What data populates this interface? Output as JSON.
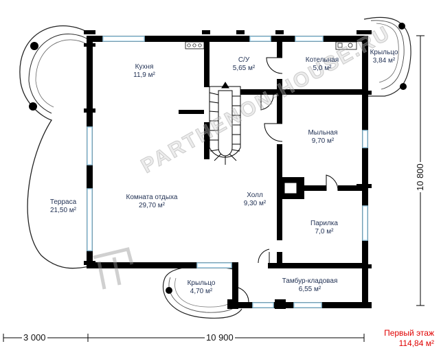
{
  "rooms": {
    "kitchen": {
      "name": "Кухня",
      "area": "11,9 м²"
    },
    "bathroom": {
      "name": "С/У",
      "area": "5,65 м²"
    },
    "boiler": {
      "name": "Котельная",
      "area": "5,0 м²"
    },
    "porch_right": {
      "name": "Крыльцо",
      "area": "3,84 м²"
    },
    "washroom": {
      "name": "Мыльная",
      "area": "9,70 м²"
    },
    "terrace": {
      "name": "Терраса",
      "area": "21,50 м²"
    },
    "living": {
      "name": "Комната отдыха",
      "area": "29,70 м²"
    },
    "hall": {
      "name": "Холл",
      "area": "9,30 м²"
    },
    "steam": {
      "name": "Парилка",
      "area": "7,0 м²"
    },
    "porch_bottom": {
      "name": "Крыльцо",
      "area": "4,70 м²"
    },
    "vestibule": {
      "name": "Тамбур-кладовая",
      "area": "6,55 м²"
    }
  },
  "dimensions": {
    "left_width": "3 000",
    "main_width": "10 900",
    "height": "10 800"
  },
  "floor": {
    "title": "Первый этаж",
    "total_area": "114,84 м²"
  },
  "watermark": "PARTHENON-HOUSE.RU",
  "colors": {
    "wall": "#000000",
    "window": "#9fd0e8",
    "text": "#1f2f52",
    "accent": "#e00000"
  }
}
